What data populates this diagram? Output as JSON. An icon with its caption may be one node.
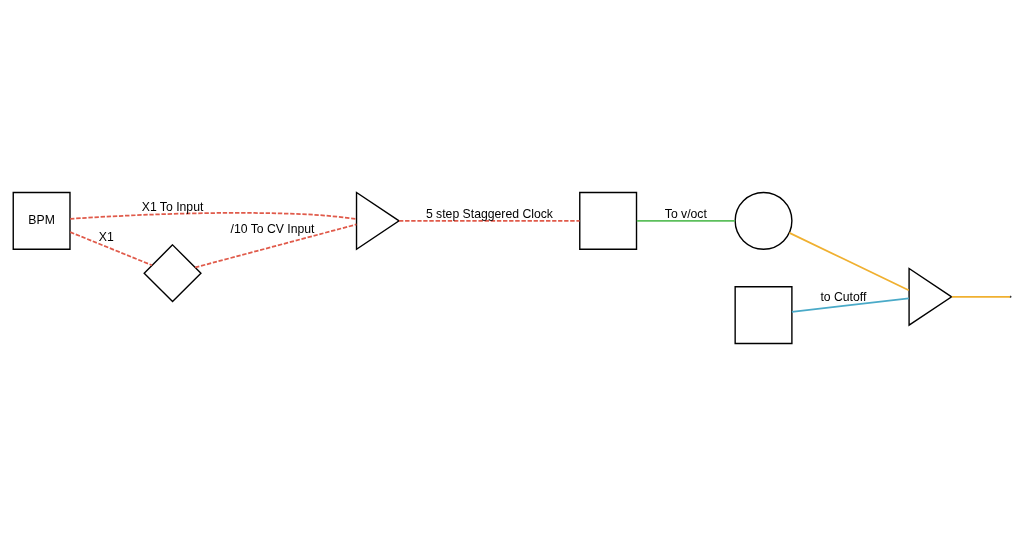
{
  "diagram": {
    "nodes": [
      {
        "text": [
          "BPM"
        ]
      },
      {
        "text": [],
        "shape": "triangle"
      },
      {
        "text": [],
        "shape": "diamond"
      },
      {
        "text": [],
        "shape": "box"
      },
      {
        "text": [],
        "shape": "circle"
      },
      {
        "text": [],
        "shape": "triangle"
      },
      {
        "text": [],
        "shape": "box"
      }
    ],
    "edges": [
      {
        "from": 0,
        "to": 1,
        "arrow": "none",
        "label": "X1 To Input",
        "style": "dashed",
        "color": "#e05a4a"
      },
      {
        "from": 0,
        "to": 2,
        "arrow": "none",
        "label": "X1",
        "style": "dashed",
        "color": "#e05a4a"
      },
      {
        "from": 2,
        "to": 1,
        "arrow": "none",
        "label": "/10 To CV Input",
        "style": "dashed",
        "color": "#e05a4a"
      },
      {
        "from": 1,
        "to": 3,
        "arrow": "none",
        "label": "5 step Staggered Clock",
        "style": "dashed",
        "color": "#e05a4a"
      },
      {
        "from": 3,
        "to": 4,
        "arrow": "none",
        "label": "To v/oct",
        "color": "#5cbf5c"
      },
      {
        "from": 4,
        "to": 5,
        "arrow": "none",
        "color": "#f0b030"
      },
      {
        "from": 5,
        "to": null,
        "arrow": "none",
        "color": "#f0b030"
      },
      {
        "from": 6,
        "to": 5,
        "arrow": "none",
        "label": "to Cutoff",
        "color": "#4aaac8"
      }
    ]
  }
}
